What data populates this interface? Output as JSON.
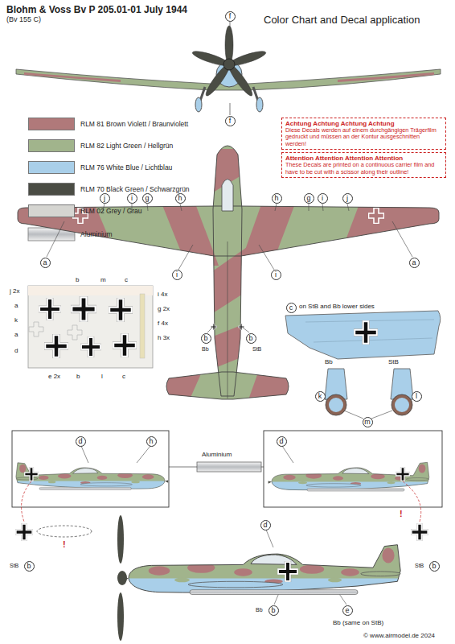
{
  "diagram": {
    "title": "Blohm & Voss Bv P 205.01-01 July 1944",
    "nodes": [
      {
        "text": [
          "f"
        ]
      },
      {
        "text": [
          "f"
        ]
      },
      {
        "text": [
          "Achtung Achtung Achtung Achtung",
          "Diese Decals werden auf einem durchgängigen Trägerfilm gedruckt und müssen an der Kontur ausgeschnitten werden!"
        ]
      },
      {
        "text": [
          "Attention Attention Attention Attention",
          "These Decals are printed on a continuous carrier film and have to be cut with a scissor along their outline!"
        ]
      },
      {
        "text": [
          "j"
        ]
      },
      {
        "text": [
          "i"
        ]
      },
      {
        "text": [
          "g"
        ]
      },
      {
        "text": [
          "h"
        ]
      },
      {
        "text": [
          "h"
        ]
      },
      {
        "text": [
          "g"
        ]
      },
      {
        "text": [
          "i"
        ]
      },
      {
        "text": [
          "j"
        ]
      },
      {
        "text": [
          "a"
        ]
      },
      {
        "text": [
          "a"
        ]
      },
      {
        "text": [
          "i"
        ]
      },
      {
        "text": [
          "i"
        ]
      },
      {
        "text": [
          "b"
        ]
      },
      {
        "text": [
          "b"
        ]
      },
      {
        "text": [
          "c"
        ]
      },
      {
        "text": [
          "k"
        ]
      },
      {
        "text": [
          "l"
        ]
      },
      {
        "text": [
          "m"
        ]
      },
      {
        "text": [
          "d"
        ]
      },
      {
        "text": [
          "h"
        ]
      },
      {
        "text": [
          "d"
        ]
      },
      {
        "text": [
          "b"
        ]
      },
      {
        "text": [
          "b"
        ]
      },
      {
        "text": [
          "d"
        ]
      },
      {
        "text": [
          "b"
        ]
      },
      {
        "text": [
          "e"
        ]
      }
    ],
    "labels": [
      "(Bv 155 C)",
      "Color Chart and Decal application",
      "Bb",
      "StB",
      "j 2x",
      "a",
      "k",
      "a",
      "d",
      "e 2x",
      "b",
      "l",
      "c",
      "b",
      "m",
      "c",
      "i 4x",
      "g 2x",
      "f 4x",
      "h 3x",
      "on StB and Bb lower sides",
      "Bb",
      "StB",
      "Aluminium",
      "!",
      "!",
      "StB",
      "StB",
      "Bb",
      "Bb (same on StB)",
      "© www.airmodel.de 2024"
    ],
    "legend": [
      {
        "text": "RLM 81 Brown Violett / Braunviolett",
        "color": "#b0797a"
      },
      {
        "text": "RLM 82 Light Green / Hellgrün",
        "color": "#a1b48c"
      },
      {
        "text": "RLM 76 White Blue / Lichtblau",
        "color": "#a9cfe9"
      },
      {
        "text": "RLM 70 Black Green / Schwarzgrün",
        "color": "#4a4c44"
      },
      {
        "text": "RLM 02 Grey / Grau",
        "color": "#d5d5d1"
      },
      {
        "text": "Aluminium"
      }
    ]
  }
}
